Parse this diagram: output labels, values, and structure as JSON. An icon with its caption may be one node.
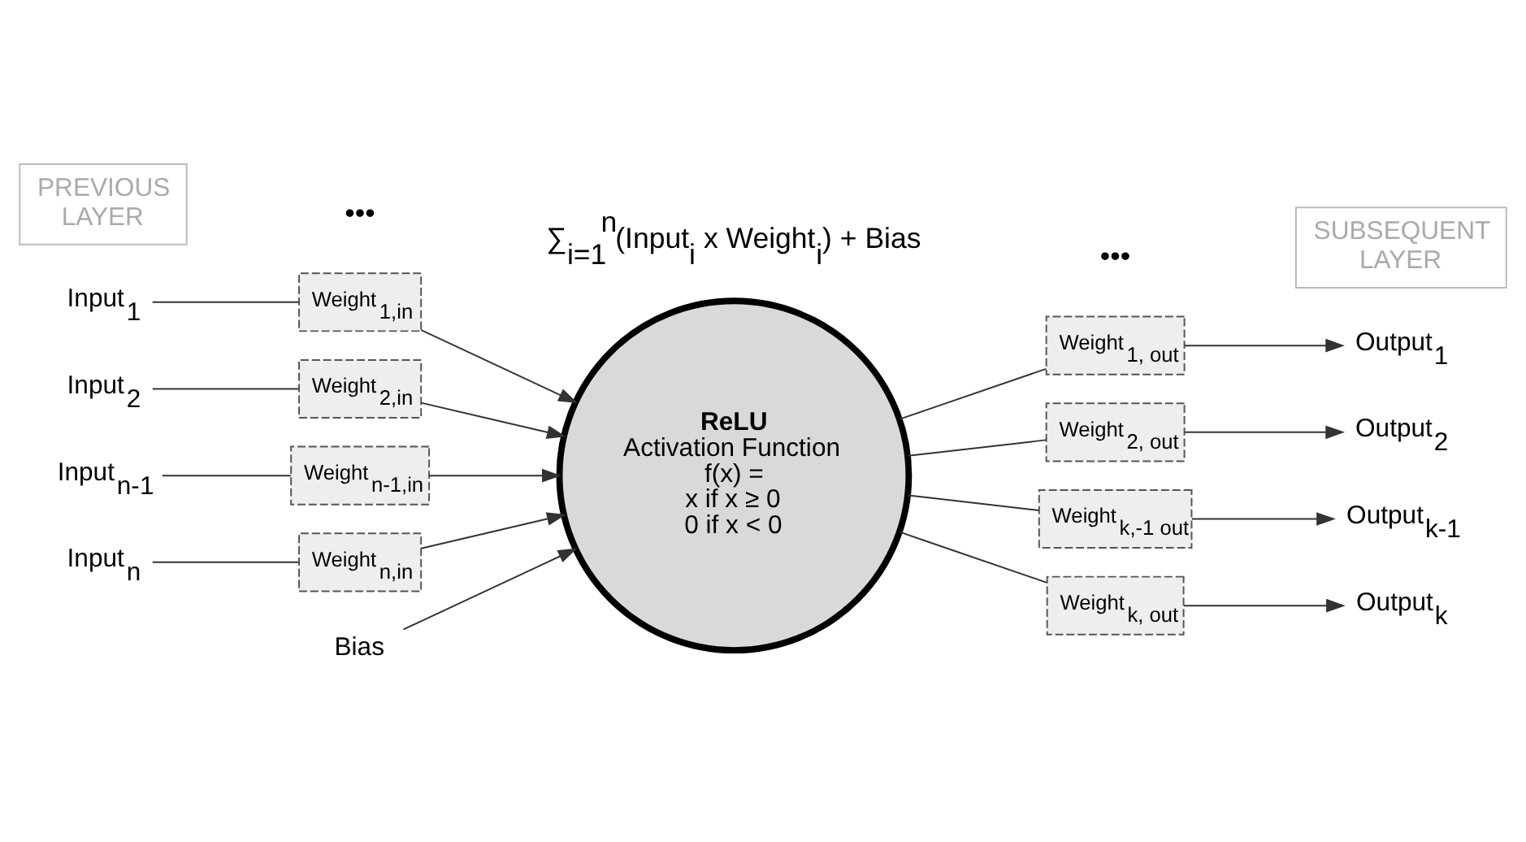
{
  "diagram": {
    "nodes": [
      {
        "text": [
          "Input$_{1}$"
        ]
      },
      {
        "text": [
          "Weight$_{1,in}$"
        ]
      },
      {
        "text": [
          "Input$_{2}$"
        ]
      },
      {
        "text": [
          "Weight$_{2,in}$"
        ]
      },
      {
        "text": [
          "Input$_{n-1}$"
        ]
      },
      {
        "text": [
          "Weight$_{n-1,in}$"
        ]
      },
      {
        "text": [
          "Input$_{n}$"
        ]
      },
      {
        "text": [
          "Weight$_{n,in}$"
        ]
      },
      {
        "text": [
          "Bias"
        ]
      },
      {
        "text": [
          "PREVIOUS LAYER"
        ]
      },
      {
        "text": [
          "ReLU",
          "Activation Function",
          "f(x) =",
          "x if x ≥ 0",
          "0 if x < 0"
        ]
      },
      {
        "text": [
          "Weight$_{1, out}$"
        ]
      },
      {
        "text": [
          "Output$_{1}$"
        ]
      },
      {
        "text": [
          "Weight$_{2, out}$"
        ]
      },
      {
        "text": [
          "Output$_{2}$"
        ]
      },
      {
        "text": [
          "Weight$_{k,-1 out}$"
        ]
      },
      {
        "text": [
          "Output$_{k-1}$"
        ]
      },
      {
        "text": [
          "Weight$_{k, out}$"
        ]
      },
      {
        "text": [
          "Output$_{k}$"
        ]
      },
      {
        "text": [
          "SUBSEQUENT LAYER"
        ]
      }
    ],
    "edges": [
      {
        "from": 0,
        "to": 1,
        "arrow": "none"
      },
      {
        "from": 1,
        "to": 10,
        "arrow": "to"
      },
      {
        "from": 2,
        "to": 3,
        "arrow": "none"
      },
      {
        "from": 3,
        "to": 10,
        "arrow": "to"
      },
      {
        "from": 4,
        "to": 5,
        "arrow": "none"
      },
      {
        "from": 5,
        "to": 10,
        "arrow": "to"
      },
      {
        "from": 6,
        "to": 7,
        "arrow": "none"
      },
      {
        "from": 7,
        "to": 10,
        "arrow": "to"
      },
      {
        "from": 8,
        "to": 10,
        "arrow": "to"
      },
      {
        "from": 10,
        "to": 11,
        "arrow": "none"
      },
      {
        "from": 11,
        "to": 12,
        "arrow": "to"
      },
      {
        "from": 10,
        "to": 13,
        "arrow": "none"
      },
      {
        "from": 13,
        "to": 14,
        "arrow": "to"
      },
      {
        "from": 10,
        "to": 15,
        "arrow": "none"
      },
      {
        "from": 15,
        "to": 16,
        "arrow": "to"
      },
      {
        "from": 10,
        "to": 17,
        "arrow": "none"
      },
      {
        "from": 17,
        "to": 18,
        "arrow": "to"
      }
    ],
    "labels": [
      "•••",
      "•••",
      "∑$_{i=1}$$^{n}$(Input$_{i}$ x Weight$_{i}$) + Bias"
    ]
  }
}
